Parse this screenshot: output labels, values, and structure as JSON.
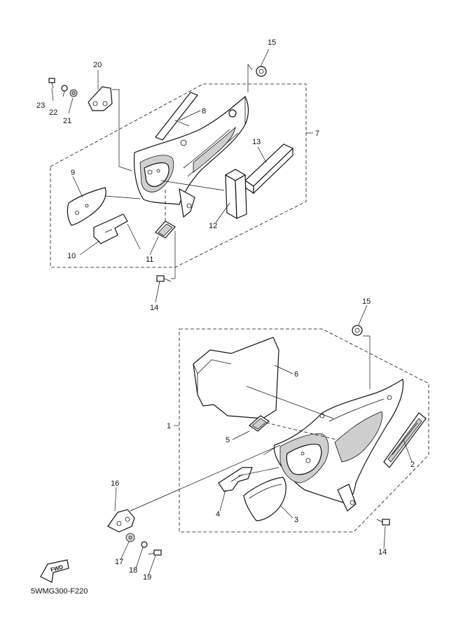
{
  "diagram": {
    "figure_code": "5WMG300-F220",
    "fwd_label": "FWD",
    "callouts": {
      "c1": "1",
      "c2": "2",
      "c3": "3",
      "c4": "4",
      "c5": "5",
      "c6": "6",
      "c7": "7",
      "c8": "8",
      "c9": "9",
      "c10": "10",
      "c11": "11",
      "c12": "12",
      "c13": "13",
      "c14a": "14",
      "c14b": "14",
      "c15a": "15",
      "c15b": "15",
      "c16": "16",
      "c17": "17",
      "c18": "18",
      "c19": "19",
      "c20": "20",
      "c21": "21",
      "c22": "22",
      "c23": "23"
    }
  }
}
